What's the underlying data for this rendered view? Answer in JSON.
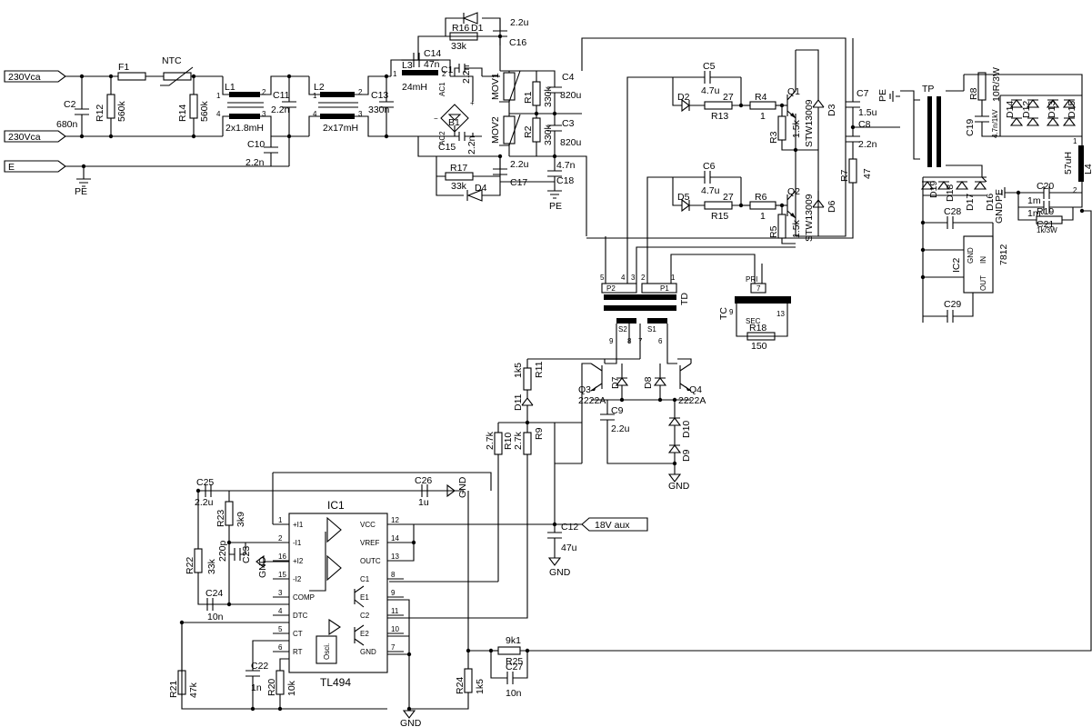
{
  "ports": {
    "l_in": "230Vca",
    "n_in": "230Vca",
    "earth": "E",
    "aux": "18V aux"
  },
  "grounds": {
    "pe": "PE",
    "gnd": "GND"
  },
  "input": {
    "f1": "F1",
    "ntc": "NTC",
    "c2": "C2",
    "c2v": "680n",
    "r12": "R12",
    "r12v": "560k",
    "r14": "R14",
    "r14v": "560k",
    "l1": "L1",
    "l1v": "2x1.8mH",
    "l2": "L2",
    "l2v": "2x17mH",
    "c11": "C11",
    "c11v": "2.2n",
    "c10": "C10",
    "c10v": "2.2n",
    "c13": "C13",
    "c13v": "330n",
    "l3": "L3",
    "l3v": "24mH",
    "c14": "C14",
    "c14v": "47n",
    "c1": "C1",
    "c1v": "2.2n",
    "c15": "C15",
    "c15v": "2.2n",
    "b1": "B1",
    "r16": "R16",
    "r16v": "33k",
    "d1": "D1",
    "c16": "C16",
    "c16v": "2.2u",
    "r17": "R17",
    "r17v": "33k",
    "d4": "D4",
    "c17": "C17",
    "c17v": "2.2u",
    "mov1": "MOV1",
    "mov2": "MOV2",
    "r1": "R1",
    "r1v": "330k",
    "r2": "R2",
    "r2v": "330k",
    "c4": "C4",
    "c4v": "820u",
    "c3": "C3",
    "c3v": "820u",
    "c18": "C18",
    "c18v": "4.7n",
    "pin_ac1": "AC1",
    "pin_ac2": "AC2"
  },
  "half_bridge": {
    "q1": "Q1",
    "q2": "Q2",
    "q_part": "STW13009",
    "c5": "C5",
    "c5v": "4.7u",
    "c6": "C6",
    "c6v": "4.7u",
    "d2": "D2",
    "d5": "D5",
    "d3": "D3",
    "d6": "D6",
    "r13": "R13",
    "r13v": "27",
    "r15": "R15",
    "r15v": "27",
    "r4": "R4",
    "r4v": "1",
    "r6": "R6",
    "r6v": "1",
    "r3": "R3",
    "r3v": "1.5k",
    "r5": "R5",
    "r5v": "1.5k",
    "c7": "C7",
    "c7v": "1.5u",
    "c8": "C8",
    "c8v": "2.2n",
    "r7": "R7",
    "r7v": "47"
  },
  "output": {
    "tp": "TP",
    "c19": "C19",
    "c19v": "4.7n/1kV",
    "r8": "R8",
    "r8v": "10R/3W",
    "d14": "D14",
    "d12": "D12",
    "d13": "D13",
    "d15": "D15",
    "d19": "D19",
    "d18": "D18",
    "d17": "D17",
    "d16": "D16",
    "l4": "L4",
    "l4v": "57uH",
    "c20": "C20",
    "c20v": "1m",
    "c21": "C21",
    "c21v": "1m",
    "r19": "R19",
    "r19v": "1k/3W",
    "c28": "C28",
    "c29": "C29",
    "ic2": "IC2",
    "ic2v": "7812",
    "ic2_gnd": "GND",
    "ic2_in": "IN",
    "ic2_out": "OUT"
  },
  "drive": {
    "td": "TD",
    "tc": "TC",
    "p1": "P1",
    "p2": "P2",
    "s1": "S1",
    "s2": "S2",
    "pri": "PRI",
    "sec": "SEC",
    "r18": "R18",
    "r18v": "150",
    "q3": "Q3",
    "q3v": "2222A",
    "q4": "Q4",
    "q4v": "2222A",
    "d7": "D7",
    "d8": "D8",
    "d9": "D9",
    "d10": "D10",
    "d11": "D11",
    "c9": "C9",
    "c9v": "2.2u",
    "r11": "R11",
    "r11v": "1k5",
    "r9": "R9",
    "r9v": "2.7k",
    "r10": "R10",
    "r10v": "2.7k",
    "td_pins": [
      "5",
      "4",
      "3",
      "2",
      "1",
      "9",
      "8",
      "7",
      "6"
    ],
    "tc_pins": [
      "7",
      "9",
      "13"
    ]
  },
  "control": {
    "ic1": "IC1",
    "ic1_part": "TL494",
    "pins_left": [
      {
        "num": "1",
        "name": "+I1"
      },
      {
        "num": "2",
        "name": "-I1"
      },
      {
        "num": "16",
        "name": "+I2"
      },
      {
        "num": "15",
        "name": "-I2"
      },
      {
        "num": "3",
        "name": "COMP"
      },
      {
        "num": "4",
        "name": "DTC"
      },
      {
        "num": "5",
        "name": "CT"
      },
      {
        "num": "6",
        "name": "RT"
      }
    ],
    "pins_right": [
      {
        "num": "12",
        "name": "VCC"
      },
      {
        "num": "14",
        "name": "VREF"
      },
      {
        "num": "13",
        "name": "OUTC"
      },
      {
        "num": "8",
        "name": "C1"
      },
      {
        "num": "9",
        "name": "E1"
      },
      {
        "num": "11",
        "name": "C2"
      },
      {
        "num": "10",
        "name": "E2"
      },
      {
        "num": "7",
        "name": "GND"
      }
    ],
    "osc": "Osci.",
    "c25": "C25",
    "c25v": "2.2u",
    "c26": "C26",
    "c26v": "1u",
    "c12": "C12",
    "c12v": "47u",
    "r23": "R23",
    "r23v": "3k9",
    "r22": "R22",
    "r22v": "33k",
    "c23": "C23",
    "c23v": "220p",
    "c24": "C24",
    "c24v": "10n",
    "c22": "C22",
    "c22v": "1n",
    "r20": "R20",
    "r20v": "10k",
    "r21": "R21",
    "r21v": "47k",
    "r24": "R24",
    "r24v": "1k5",
    "r25": "R25",
    "r25v": "9k1",
    "c27": "C27",
    "c27v": "10n"
  }
}
